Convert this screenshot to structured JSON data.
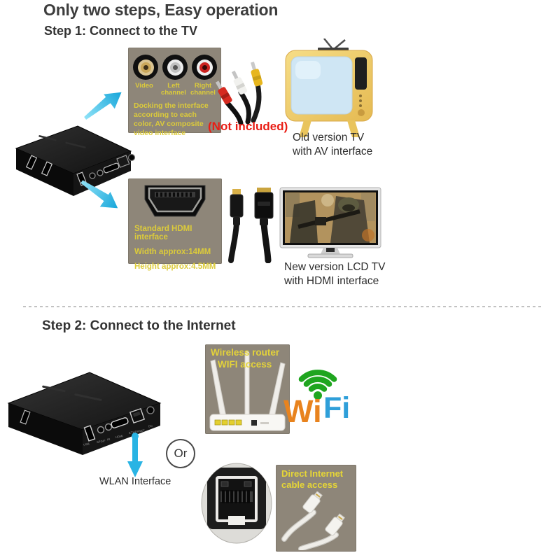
{
  "page": {
    "title": "Only two steps, Easy operation",
    "step1": {
      "heading": "Step 1: Connect to the TV",
      "av_panel": {
        "port_labels": [
          "Video",
          "Left channel",
          "Right channel"
        ],
        "description": "Docking the interface according to each color, AV composite video interface"
      },
      "not_included": "(Not included)",
      "old_tv_caption": [
        "Old version TV",
        "with AV interface"
      ],
      "hdmi_panel": {
        "lines": [
          "Standard HDMI interface",
          "Width approx:14MM",
          "Height approx:4.5MM"
        ]
      },
      "new_tv_caption": [
        "New version LCD TV",
        "with HDMI interface"
      ]
    },
    "step2": {
      "heading": "Step 2: Connect to the Internet",
      "router_lines": [
        "Wireless router",
        "WIFI access"
      ],
      "wifi_logo": {
        "wi": "Wi",
        "fi": "Fi"
      },
      "or_label": "Or",
      "wlan_label": "WLAN Interface",
      "direct_lines": [
        "Direct Internet",
        "cable access"
      ]
    },
    "box_port_labels": [
      "USB",
      "SPDIF",
      "IR",
      "HDMI",
      "ETHERNET",
      "DC"
    ],
    "colors": {
      "panel_taupe": "#8e8679",
      "label_yellow": "#dccb3a",
      "arrow_cyan": "#29b4e4",
      "warning_red": "#e91d15",
      "wifi_green": "#1fa51f",
      "wifi_orange": "#e8831e",
      "wifi_blue": "#2f9fd9",
      "rca_video": "#caa75a",
      "rca_left": "#c0c0c0",
      "rca_right": "#cc2320"
    }
  }
}
